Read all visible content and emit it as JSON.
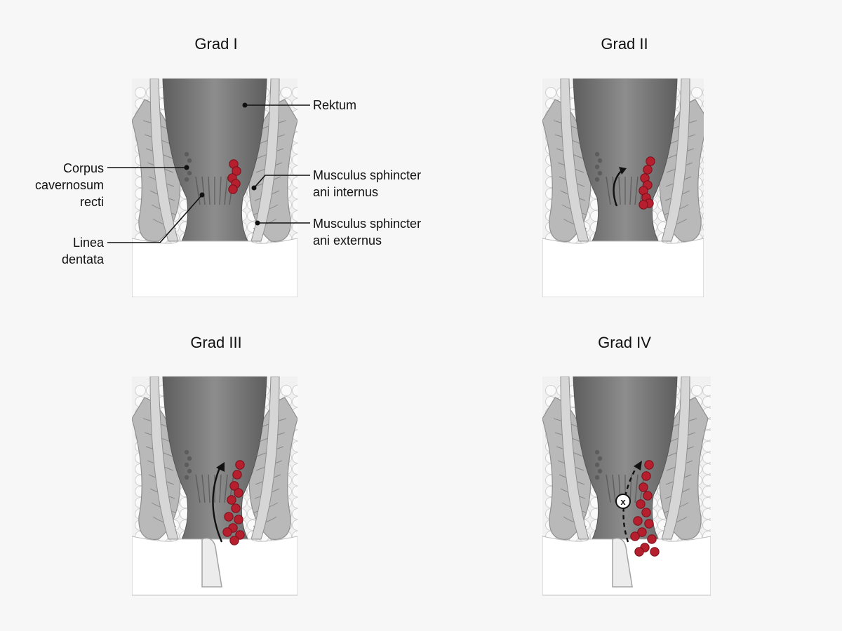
{
  "grades": [
    {
      "title": "Grad I"
    },
    {
      "title": "Grad II"
    },
    {
      "title": "Grad III"
    },
    {
      "title": "Grad IV"
    }
  ],
  "labels": {
    "rektum": "Rektum",
    "corpus": [
      "Corpus",
      "cavernosum",
      "recti"
    ],
    "sphincter_internus": [
      "Musculus sphincter",
      "ani internus"
    ],
    "sphincter_externus": [
      "Musculus sphincter",
      "ani externus"
    ],
    "linea": [
      "Linea",
      "dentata"
    ]
  },
  "marker": {
    "prolapse_blocked": "x"
  },
  "colors": {
    "hemorrhoid": "#b51f2e",
    "rectum": "#7a7a7a",
    "muscle": "#a9a9a9",
    "fat": "#e9e9e9"
  }
}
